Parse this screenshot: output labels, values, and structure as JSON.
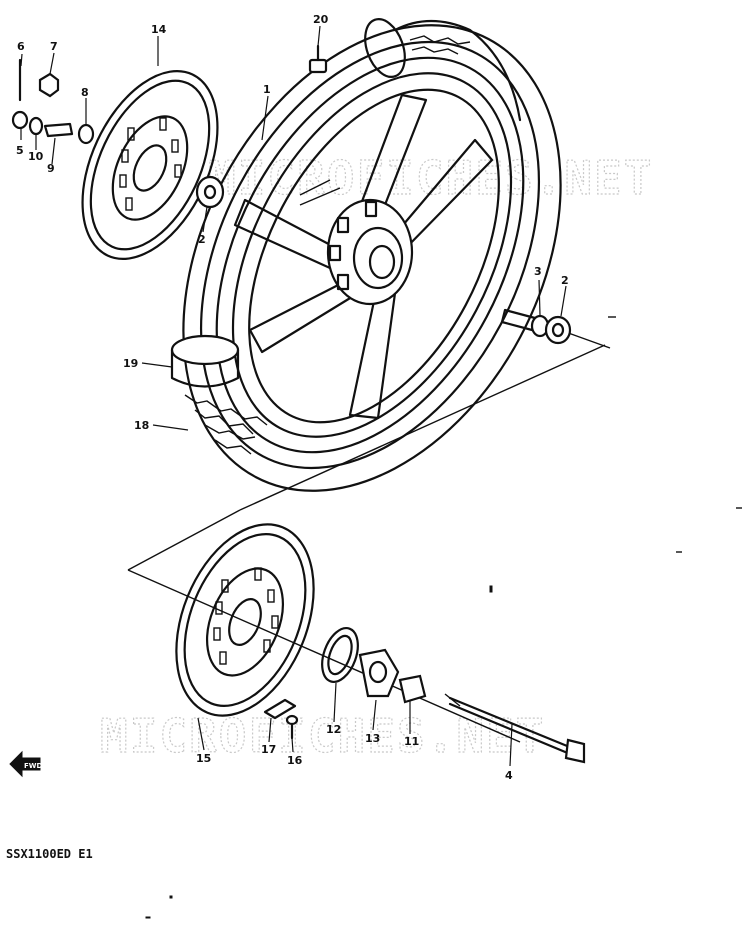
{
  "model_code": "SSX1100ED  E1",
  "watermark": "MICROFICHES.NET",
  "arrow_label": "FWD",
  "callouts": [
    "1",
    "2",
    "2",
    "3",
    "4",
    "5",
    "6",
    "7",
    "8",
    "9",
    "10",
    "11",
    "12",
    "13",
    "14",
    "15",
    "16",
    "17",
    "18",
    "19",
    "20"
  ]
}
